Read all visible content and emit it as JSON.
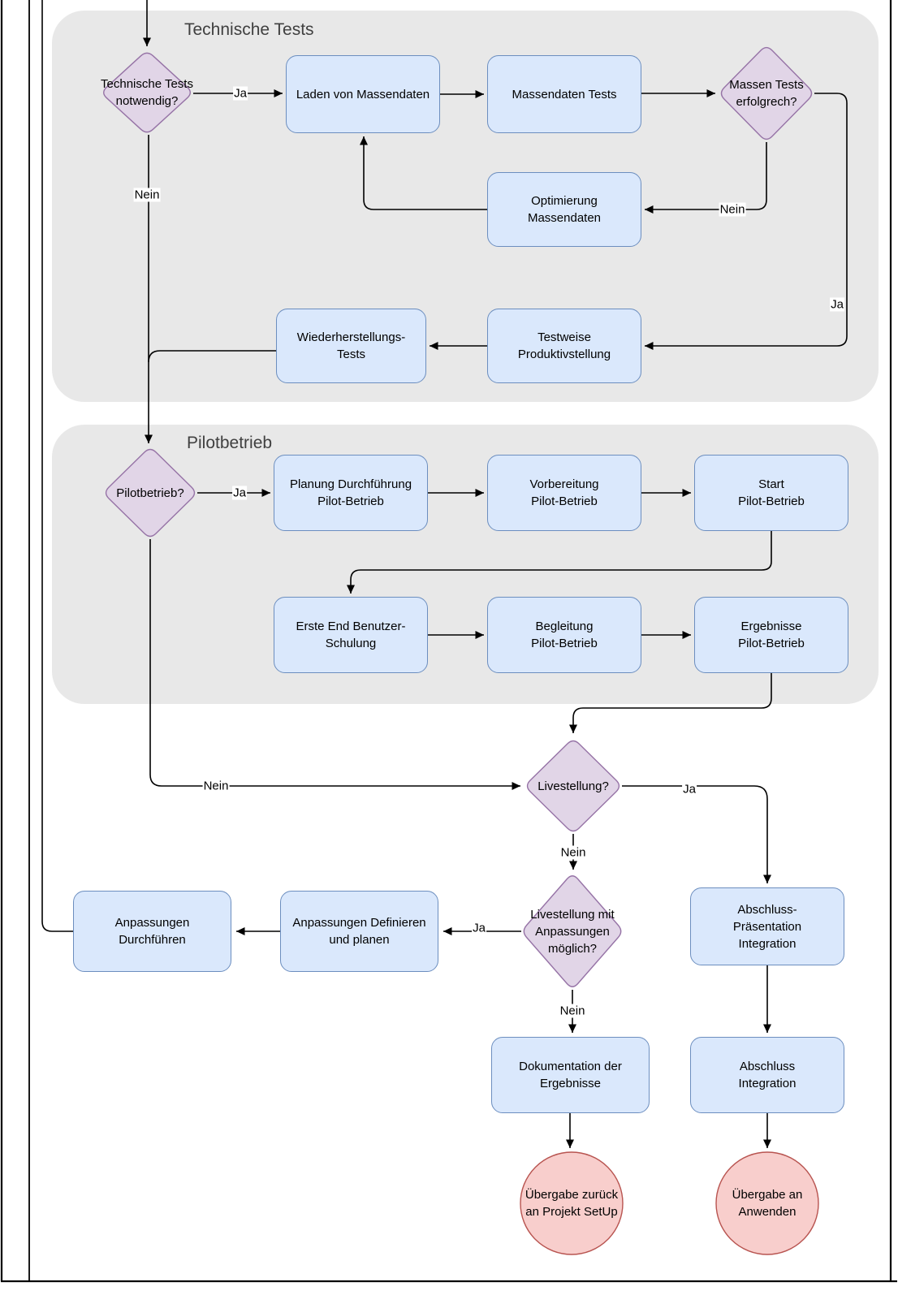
{
  "sections": [
    {
      "title": "Technische Tests"
    },
    {
      "title": "Pilotbetrieb"
    }
  ],
  "edge_labels": {
    "yes": "Ja",
    "no": "Nein"
  },
  "nodes": {
    "technische_tests_notwendig": {
      "type": "decision",
      "lines": [
        "Technische Tests",
        "notwendig?"
      ]
    },
    "laden_von_massendaten": {
      "type": "process",
      "lines": [
        "Laden von Massendaten"
      ]
    },
    "massendaten_tests": {
      "type": "process",
      "lines": [
        "Massendaten Tests"
      ]
    },
    "massen_tests_erfolgreich": {
      "type": "decision",
      "lines": [
        "Massen Tests",
        "erfolgrech?"
      ]
    },
    "optimierung_massendaten": {
      "type": "process",
      "lines": [
        "Optimierung",
        "Massendaten"
      ]
    },
    "wiederherstellungs_tests": {
      "type": "process",
      "lines": [
        "Wiederherstellungs-",
        "Tests"
      ]
    },
    "testweise_produktivstellung": {
      "type": "process",
      "lines": [
        "Testweise",
        "Produktivstellung"
      ]
    },
    "pilotbetrieb_frage": {
      "type": "decision",
      "lines": [
        "Pilotbetrieb?"
      ]
    },
    "planung_durchfuehrung_pilot": {
      "type": "process",
      "lines": [
        "Planung Durchführung",
        "Pilot-Betrieb"
      ]
    },
    "vorbereitung_pilot": {
      "type": "process",
      "lines": [
        "Vorbereitung",
        "Pilot-Betrieb"
      ]
    },
    "start_pilot": {
      "type": "process",
      "lines": [
        "Start",
        "Pilot-Betrieb"
      ]
    },
    "erste_end_benutzer_schulung": {
      "type": "process",
      "lines": [
        "Erste End Benutzer-",
        "Schulung"
      ]
    },
    "begleitung_pilot": {
      "type": "process",
      "lines": [
        "Begleitung",
        "Pilot-Betrieb"
      ]
    },
    "ergebnisse_pilot": {
      "type": "process",
      "lines": [
        "Ergebnisse",
        "Pilot-Betrieb"
      ]
    },
    "livestellung": {
      "type": "decision",
      "lines": [
        "Livestellung?"
      ]
    },
    "livestellung_mit_anpassungen": {
      "type": "decision",
      "lines": [
        "Livestellung mit",
        "Anpassungen",
        "möglich?"
      ]
    },
    "anpassungen_definieren": {
      "type": "process",
      "lines": [
        "Anpassungen Definieren",
        "und planen"
      ]
    },
    "anpassungen_durchfuehren": {
      "type": "process",
      "lines": [
        "Anpassungen",
        "Durchführen"
      ]
    },
    "dokumentation_der_ergebnisse": {
      "type": "process",
      "lines": [
        "Dokumentation der",
        "Ergebnisse"
      ]
    },
    "abschluss_praesentation_integration": {
      "type": "process",
      "lines": [
        "Abschluss-",
        "Präsentation",
        "Integration"
      ]
    },
    "abschluss_integration": {
      "type": "process",
      "lines": [
        "Abschluss",
        "Integration"
      ]
    },
    "uebergabe_projekt_setup": {
      "type": "terminal",
      "lines": [
        "Übergabe zurück",
        "an Projekt SetUp"
      ]
    },
    "uebergabe_anwenden": {
      "type": "terminal",
      "lines": [
        "Übergabe an",
        "Anwenden"
      ]
    }
  },
  "colors": {
    "process_fill": "#dae8fc",
    "process_stroke": "#6c8ebf",
    "decision_fill": "#e1d5e7",
    "decision_stroke": "#9673a6",
    "terminal_fill": "#f8cecc",
    "terminal_stroke": "#b85450",
    "section_fill": "#e8e8e8",
    "connector": "#000000"
  }
}
